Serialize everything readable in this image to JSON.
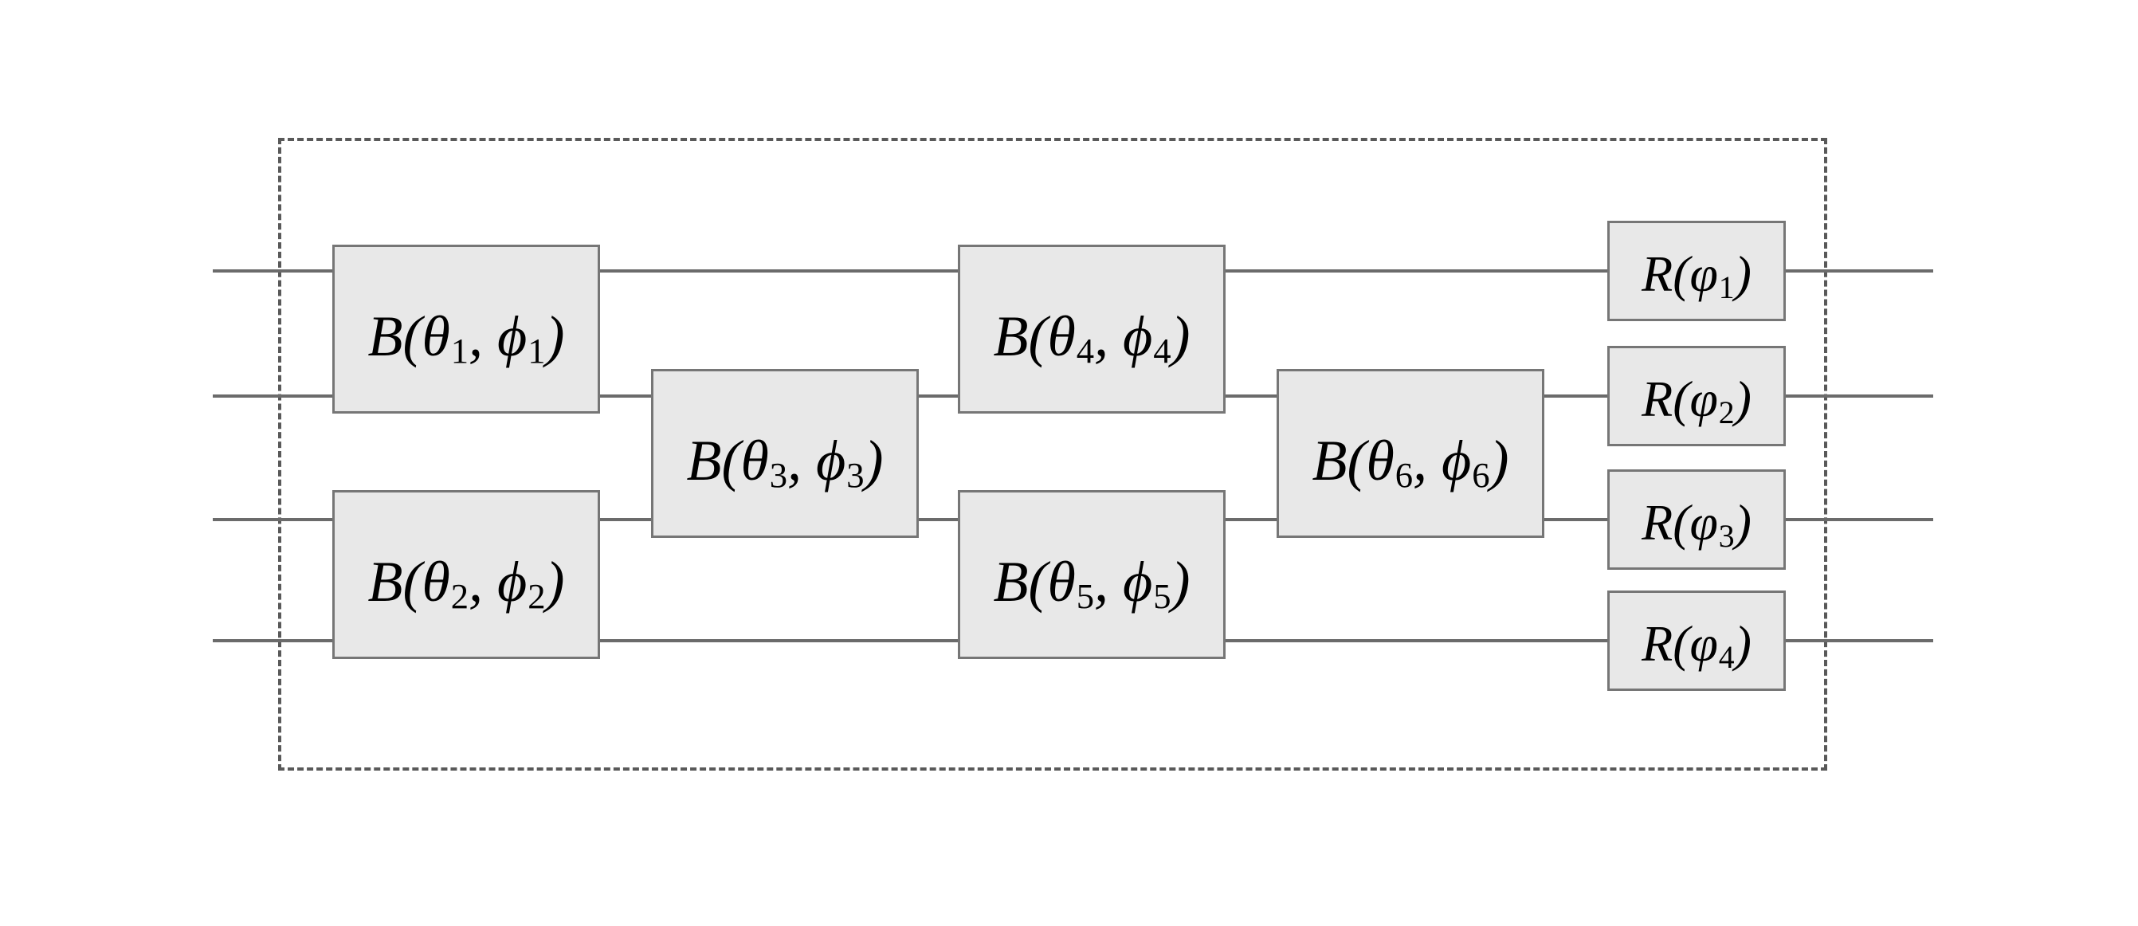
{
  "figure": {
    "type": "photonic-quantum-circuit-diagram",
    "wire_count": 4,
    "colors": {
      "background": "#ffffff",
      "gate_fill": "#e8e8e8",
      "gate_border": "#767676",
      "wire": "#6b6b6b",
      "dashed_boundary": "#595959",
      "text": "#000000"
    },
    "b_gates": [
      {
        "id": "B1",
        "p1": "B(θ",
        "s1": "1",
        "p2": ", ϕ",
        "s2": "1",
        "p3": ")",
        "wires": "1-2",
        "column": 1
      },
      {
        "id": "B2",
        "p1": "B(θ",
        "s1": "2",
        "p2": ", ϕ",
        "s2": "2",
        "p3": ")",
        "wires": "3-4",
        "column": 1
      },
      {
        "id": "B3",
        "p1": "B(θ",
        "s1": "3",
        "p2": ", ϕ",
        "s2": "3",
        "p3": ")",
        "wires": "2-3",
        "column": 2
      },
      {
        "id": "B4",
        "p1": "B(θ",
        "s1": "4",
        "p2": ", ϕ",
        "s2": "4",
        "p3": ")",
        "wires": "1-2",
        "column": 3
      },
      {
        "id": "B5",
        "p1": "B(θ",
        "s1": "5",
        "p2": ", ϕ",
        "s2": "5",
        "p3": ")",
        "wires": "3-4",
        "column": 3
      },
      {
        "id": "B6",
        "p1": "B(θ",
        "s1": "6",
        "p2": ", ϕ",
        "s2": "6",
        "p3": ")",
        "wires": "2-3",
        "column": 4
      }
    ],
    "r_gates": [
      {
        "id": "R1",
        "p1": "R(φ",
        "s1": "1",
        "p2": ")",
        "wire": 1
      },
      {
        "id": "R2",
        "p1": "R(φ",
        "s1": "2",
        "p2": ")",
        "wire": 2
      },
      {
        "id": "R3",
        "p1": "R(φ",
        "s1": "3",
        "p2": ")",
        "wire": 3
      },
      {
        "id": "R4",
        "p1": "R(φ",
        "s1": "4",
        "p2": ")",
        "wire": 4
      }
    ]
  }
}
